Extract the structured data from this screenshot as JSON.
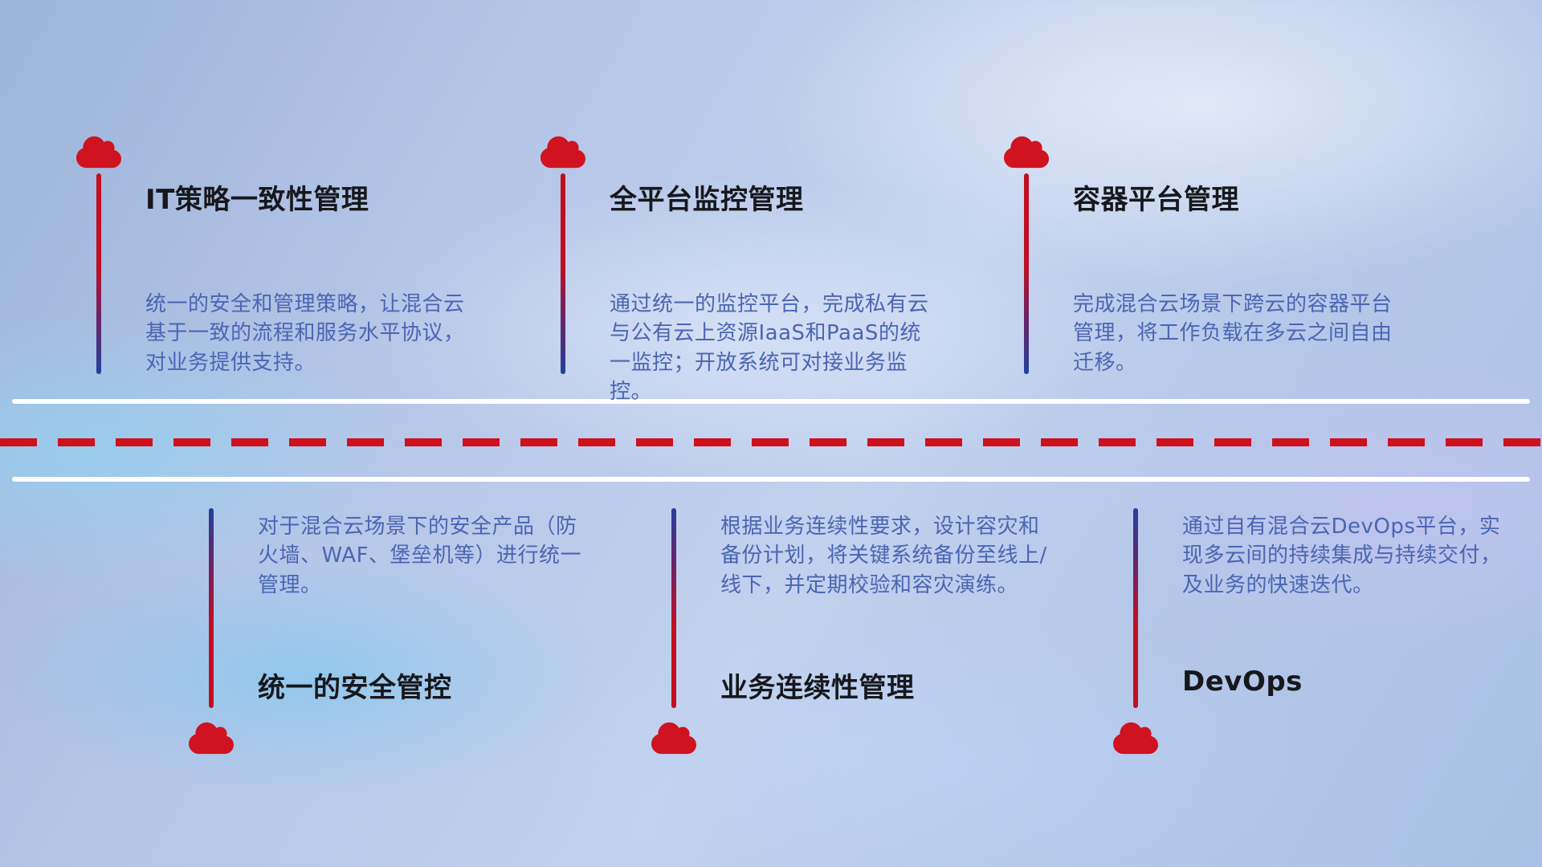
{
  "colors": {
    "cloud_red": "#d01320",
    "line_red": "#c30e1e",
    "line_blue": "#24409c",
    "desc_blue": "#4a66b2",
    "title_dark": "#17181c",
    "dash_red": "#cf101d",
    "separator_white": "#ffffff"
  },
  "icons": {
    "marker": "cloud-icon"
  },
  "top_items": [
    {
      "title": "IT策略一致性管理",
      "desc": "统一的安全和管理策略，让混合云基于一致的流程和服务水平协议，对业务提供支持。"
    },
    {
      "title": "全平台监控管理",
      "desc": "通过统一的监控平台，完成私有云与公有云上资源IaaS和PaaS的统一监控；开放系统可对接业务监控。"
    },
    {
      "title": "容器平台管理",
      "desc": "完成混合云场景下跨云的容器平台管理，将工作负载在多云之间自由迁移。"
    }
  ],
  "bottom_items": [
    {
      "title": "统一的安全管控",
      "desc": "对于混合云场景下的安全产品（防火墙、WAF、堡垒机等）进行统一管理。"
    },
    {
      "title": "业务连续性管理",
      "desc": "根据业务连续性要求，设计容灾和备份计划，将关键系统备份至线上/线下，并定期校验和容灾演练。"
    },
    {
      "title": "DevOps",
      "desc": "通过自有混合云DevOps平台，实现多云间的持续集成与持续交付，及业务的快速迭代。"
    }
  ]
}
